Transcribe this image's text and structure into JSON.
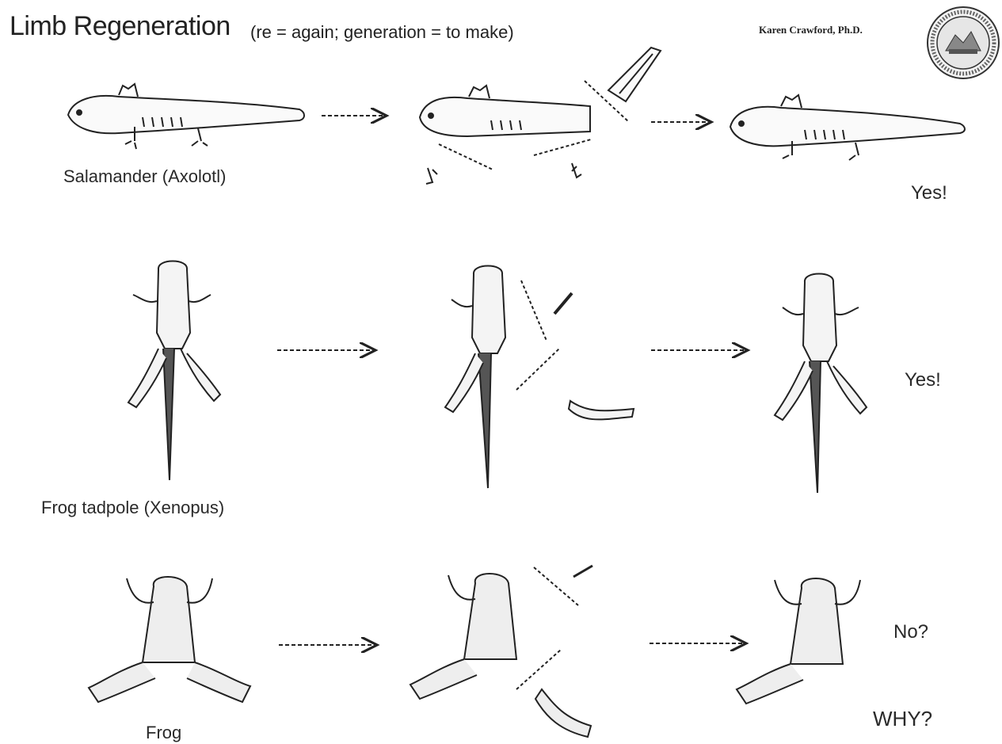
{
  "title": {
    "main": "Limb Regeneration",
    "subtitle": "(re = again; generation = to make)"
  },
  "author": "Karen Crawford, Ph.D.",
  "rows": [
    {
      "label": "Salamander (Axolotl)",
      "result": "Yes!"
    },
    {
      "label": "Frog tadpole (Xenopus)",
      "result": "Yes!"
    },
    {
      "label": "Frog",
      "result": "No?"
    }
  ],
  "question": "WHY?",
  "seal": {
    "icon": "institution-seal-icon"
  },
  "colors": {
    "ink": "#222222",
    "background": "#ffffff"
  }
}
